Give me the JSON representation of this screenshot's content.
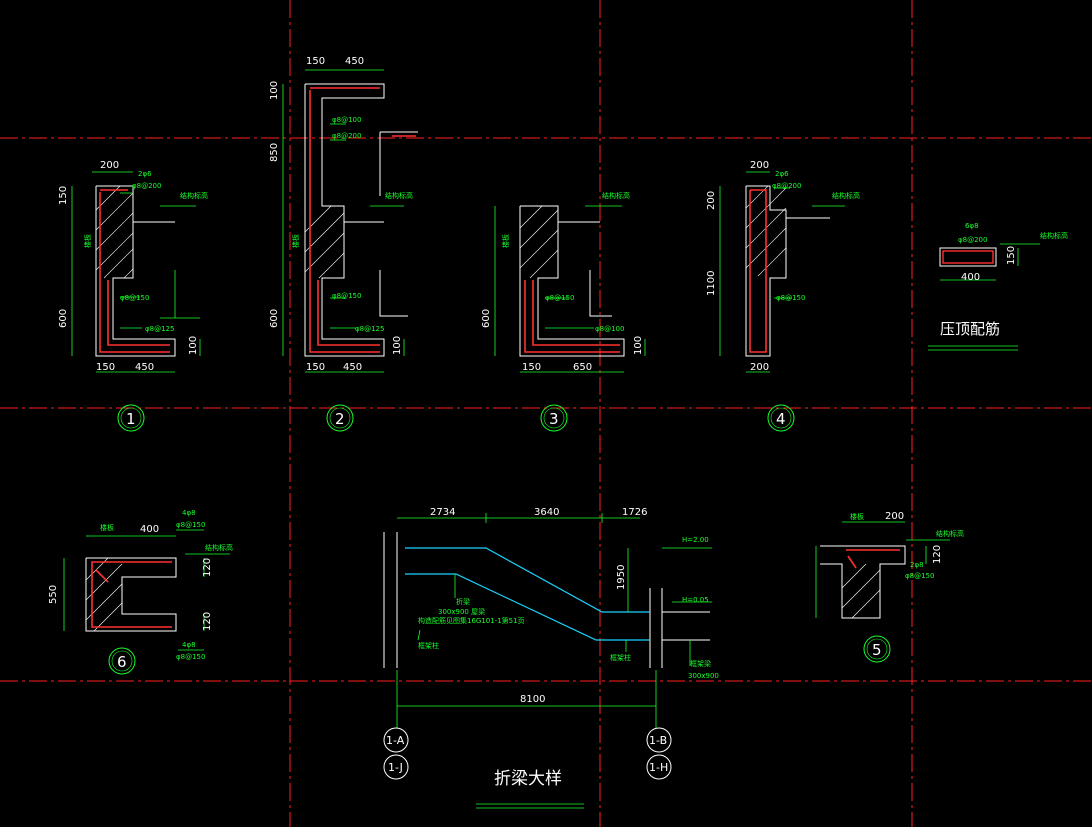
{
  "colors": {
    "background": "#000000",
    "grid_line": "#ff2020",
    "dimension": "#19ff2a",
    "outline": "#ffffff",
    "rebar": "#ff3030",
    "beam_line": "#19d4ff",
    "hatch": "#ffffff"
  },
  "detail1": {
    "id": "1",
    "d_top": "200",
    "d_top_left": "150",
    "d_b1": "150",
    "d_b2": "450",
    "d_left": "600",
    "d_right": "100",
    "n1": "2φ6",
    "n2": "φ8@200",
    "n3": "φ8@150",
    "n4": "φ8@125",
    "n5": "结构标高",
    "n6": "楼板"
  },
  "detail2": {
    "id": "2",
    "d_t1": "150",
    "d_t2": "450",
    "d_left_top": "100",
    "d_left_mid": "850",
    "d_left_bot": "600",
    "d_b1": "150",
    "d_b2": "450",
    "d_right": "100",
    "n1": "φ8@100",
    "n2": "φ8@200",
    "n3": "φ8@150",
    "n4": "φ8@125",
    "n5": "结构标高",
    "n6": "楼板"
  },
  "detail3": {
    "id": "3",
    "d_left": "600",
    "d_b1": "150",
    "d_b2": "650",
    "d_right": "100",
    "n1": "φ8@150",
    "n2": "φ8@100",
    "n3": "结构标高",
    "n4": "楼板"
  },
  "detail4": {
    "id": "4",
    "d_top": "200",
    "d_left_top": "200",
    "d_left_bot": "1100",
    "d_bot": "200",
    "n1": "2φ6",
    "n2": "φ8@200",
    "n3": "φ8@150",
    "n4": "结构标高"
  },
  "top_bar": {
    "title": "压顶配筋",
    "d_w": "400",
    "d_h": "150",
    "n1": "6φ8",
    "n2": "φ8@200",
    "n3": "结构标高"
  },
  "detail6": {
    "id": "6",
    "d_top": "400",
    "d_left": "550",
    "d_r1": "120",
    "d_r2": "120",
    "n1": "4φ8",
    "n2": "φ8@150",
    "n3": "4φ8",
    "n4": "φ8@150",
    "n5": "结构标高",
    "n6": "楼板"
  },
  "detail5": {
    "id": "5",
    "d_top": "200",
    "d_right": "120",
    "n1": "2φ8",
    "n2": "φ8@150",
    "n3": "结构标高",
    "n4": "楼板"
  },
  "beam": {
    "title": "折梁大样",
    "d1": "2734",
    "d2": "3640",
    "d3": "1726",
    "d_total": "8100",
    "d_v": "1950",
    "h_top": "H=2.00",
    "h_mid": "H=0.05",
    "n1": "折梁",
    "n2": "300x900 屋梁",
    "n3": "构造配筋见图集16G101-1第51页",
    "n4": "框架柱",
    "n5": "框架柱",
    "n6": "框架梁",
    "n7": "300x900",
    "axis1": "1-A",
    "axis2": "1-J",
    "axis3": "1-B",
    "axis4": "1-H"
  }
}
